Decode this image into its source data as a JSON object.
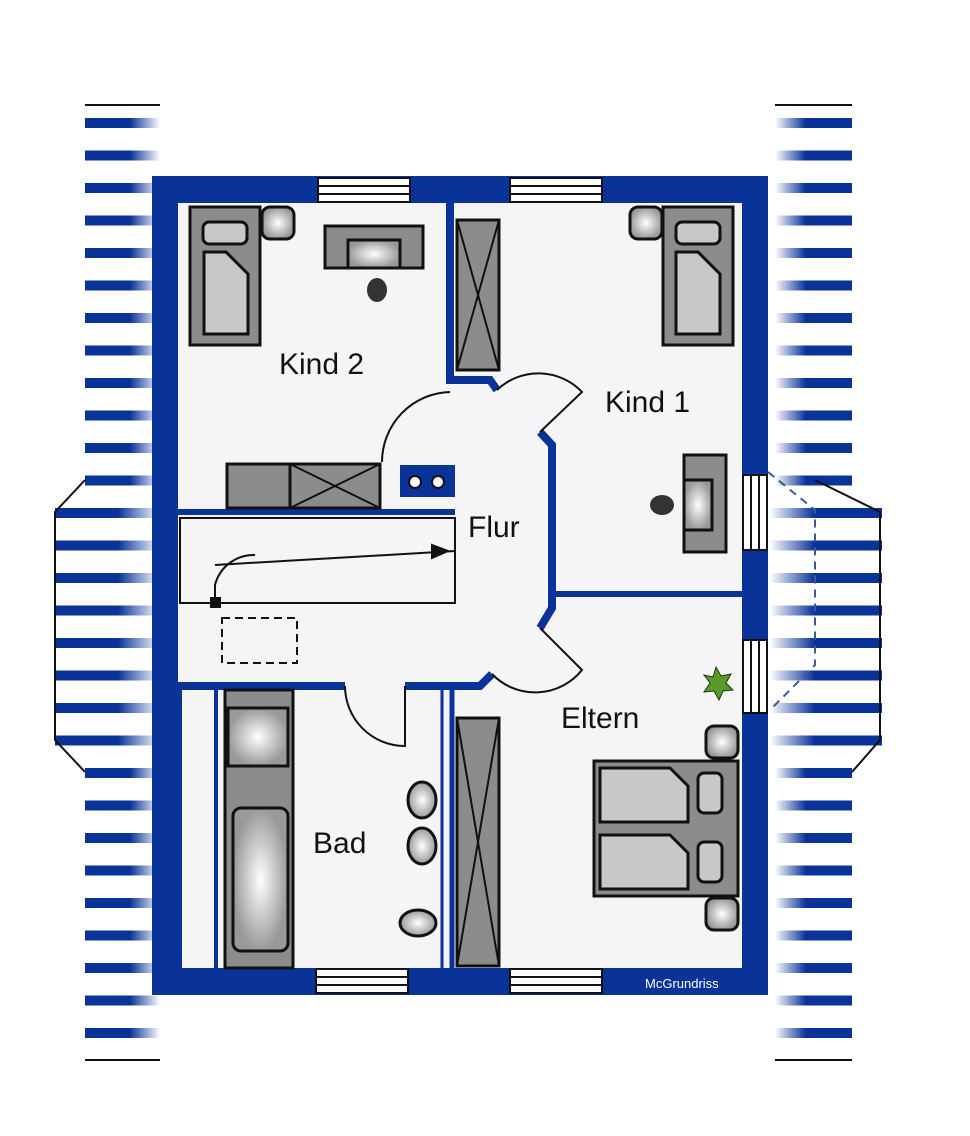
{
  "rooms": {
    "kind2": "Kind 2",
    "kind1": "Kind 1",
    "flur": "Flur",
    "eltern": "Eltern",
    "bad": "Bad"
  },
  "watermark": "McGrundriss",
  "colors": {
    "wall": "#0a3399",
    "floor": "#f5f5f8",
    "furniture": "#8c8c8c"
  }
}
